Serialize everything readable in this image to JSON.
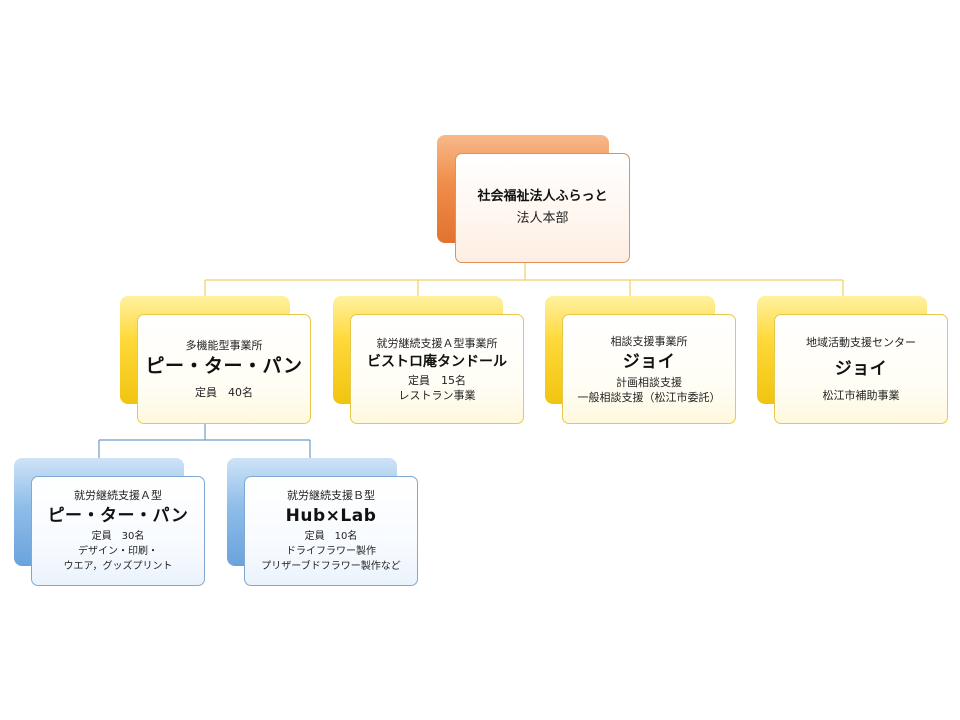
{
  "root": {
    "title": "社会福祉法人ふらっと",
    "subtitle": "法人本部"
  },
  "level1": [
    {
      "type_label": "多機能型事業所",
      "name": "ピー・ター・パン",
      "details": [
        "定員　40名"
      ]
    },
    {
      "type_label": "就労継続支援Ａ型事業所",
      "name": "ビストロ庵タンドール",
      "details": [
        "定員　15名",
        "レストラン事業"
      ]
    },
    {
      "type_label": "相談支援事業所",
      "name": "ジョイ",
      "details": [
        "計画相談支援",
        "一般相談支援（松江市委託）"
      ]
    },
    {
      "type_label": "地域活動支援センター",
      "name": "ジョイ",
      "details": [
        "松江市補助事業"
      ]
    }
  ],
  "level2": [
    {
      "type_label": "就労継続支援Ａ型",
      "name": "ピー・ター・パン",
      "details": [
        "定員　30名",
        "デザイン・印刷・",
        "ウエア，グッズプリント"
      ]
    },
    {
      "type_label": "就労継続支援Ｂ型",
      "name": "Hub×Lab",
      "details": [
        "定員　10名",
        "ドライフラワー製作",
        "プリザーブドフラワー製作など"
      ]
    }
  ],
  "colors": {
    "root_accent": "#f08c4a",
    "yellow_accent": "#f1c40f",
    "blue_accent": "#6aa3dc",
    "connector_yellow": "#f0d060",
    "connector_blue": "#6a9cc8"
  }
}
